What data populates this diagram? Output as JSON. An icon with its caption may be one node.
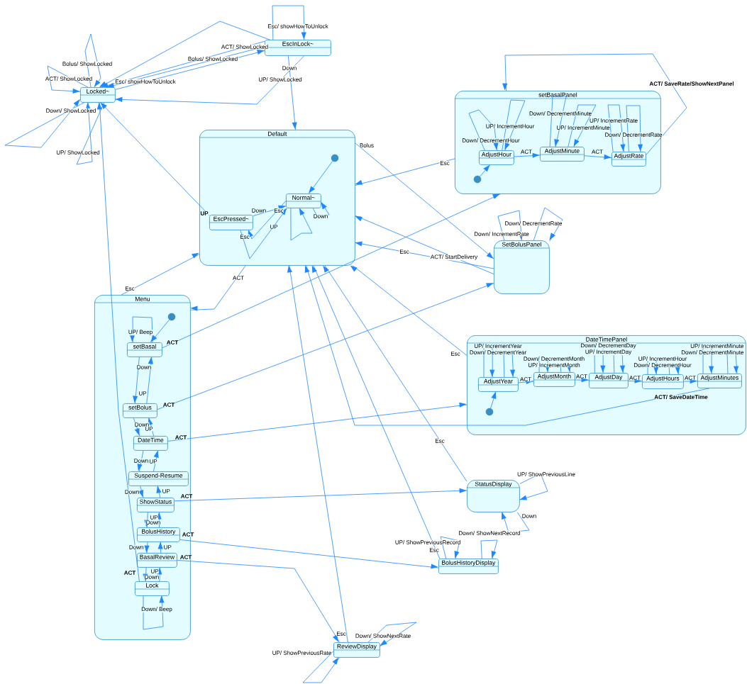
{
  "diagram": {
    "nodes": [
      {
        "text": [
          "Locked~"
        ]
      },
      {
        "text": [
          "EscInLock~"
        ]
      },
      {
        "text": [
          "Default"
        ]
      },
      {
        "text": [
          "EscPressed~"
        ],
        "in": 2
      },
      {
        "text": [
          "Normal~"
        ],
        "in": 2
      },
      {
        "text": [],
        "shape": "circle",
        "in": 2
      },
      {
        "text": [
          "setBasalPanel"
        ]
      },
      {
        "text": [],
        "shape": "circle",
        "in": 6
      },
      {
        "text": [
          "AdjustHour"
        ],
        "in": 6
      },
      {
        "text": [
          "AdjustMinute"
        ],
        "in": 6
      },
      {
        "text": [
          "AdjustRate"
        ],
        "in": 6
      },
      {
        "text": [
          "SetBolusPanel"
        ]
      },
      {
        "text": [
          "Menu"
        ]
      },
      {
        "text": [],
        "shape": "circle",
        "in": 12
      },
      {
        "text": [
          "setBasal"
        ],
        "in": 12
      },
      {
        "text": [
          "setBolus"
        ],
        "in": 12
      },
      {
        "text": [
          "DateTime"
        ],
        "in": 12
      },
      {
        "text": [
          "Suspend-Resume"
        ],
        "in": 12
      },
      {
        "text": [
          "ShowStatus"
        ],
        "in": 12
      },
      {
        "text": [
          "BolusHistory"
        ],
        "in": 12
      },
      {
        "text": [
          "BasalReview"
        ],
        "in": 12
      },
      {
        "text": [
          "Lock"
        ],
        "in": 12
      },
      {
        "text": [
          "DateTimePanel"
        ]
      },
      {
        "text": [],
        "shape": "circle",
        "in": 22
      },
      {
        "text": [
          "AdjustYear"
        ],
        "in": 22
      },
      {
        "text": [
          "AdjustMonth"
        ],
        "in": 22
      },
      {
        "text": [
          "AdjustDay"
        ],
        "in": 22
      },
      {
        "text": [
          "AdjustHours"
        ],
        "in": 22
      },
      {
        "text": [
          "AdjustMinutes"
        ],
        "in": 22
      },
      {
        "text": [
          "StatusDisplay"
        ]
      },
      {
        "text": [
          "BolusHistoryDisplay"
        ]
      },
      {
        "text": [
          "ReviewDisplay"
        ]
      }
    ],
    "edges": [
      {
        "from": 1,
        "to": 1,
        "arrow": "to",
        "label": "Esc/ showHowToUnlock"
      },
      {
        "from": 1,
        "to": 0,
        "arrow": "to"
      },
      {
        "from": 1,
        "to": 0,
        "arrow": "to",
        "label": "ACT/ ShowLocked"
      },
      {
        "from": 1,
        "to": 0,
        "arrow": "to",
        "label": "Bolus/ ShowLocked"
      },
      {
        "from": 0,
        "to": 1,
        "arrow": "to",
        "label": "Esc/ showHowToUnlock"
      },
      {
        "from": 1,
        "to": 0,
        "arrow": "to",
        "label": "UP/ ShowLocked"
      },
      {
        "from": 1,
        "to": 2,
        "arrow": "to",
        "label": "Down"
      },
      {
        "from": 0,
        "to": 0,
        "arrow": "to",
        "label": "ACT/ ShowLocked"
      },
      {
        "from": 0,
        "to": 0,
        "arrow": "to",
        "label": "Bolus/ ShowLocked"
      },
      {
        "from": 0,
        "to": 0,
        "arrow": "to",
        "label": "Down/ ShowLocked"
      },
      {
        "from": 0,
        "to": 0,
        "arrow": "to",
        "label": "UP/ ShowLocked"
      },
      {
        "from": 3,
        "to": 0,
        "arrow": "to",
        "label": "UP"
      },
      {
        "from": 21,
        "to": 0,
        "arrow": "to",
        "label": "ACT"
      },
      {
        "from": 5,
        "to": 4,
        "arrow": "to"
      },
      {
        "from": 3,
        "to": 4,
        "arrow": "to",
        "label": "Down"
      },
      {
        "from": 4,
        "to": 3,
        "arrow": "to",
        "label": "Esc"
      },
      {
        "from": 3,
        "to": 4,
        "arrow": "to",
        "label": "UP"
      },
      {
        "from": 4,
        "to": 4,
        "arrow": "to",
        "label": "Down"
      },
      {
        "from": 4,
        "to": 4,
        "arrow": "to"
      },
      {
        "from": 2,
        "to": 12,
        "arrow": "to",
        "label": "ACT"
      },
      {
        "from": 12,
        "to": 2,
        "arrow": "to",
        "label": "Esc"
      },
      {
        "from": 2,
        "to": 11,
        "arrow": "to",
        "label": "Bolus"
      },
      {
        "from": 6,
        "to": 2,
        "arrow": "to",
        "label": "Esc"
      },
      {
        "from": 11,
        "to": 2,
        "arrow": "to",
        "label": "ACT/ StartDelivery"
      },
      {
        "from": 11,
        "to": 2,
        "arrow": "to",
        "label": "Esc"
      },
      {
        "from": 15,
        "to": 11,
        "arrow": "to",
        "label": "ACT"
      },
      {
        "from": 14,
        "to": 6,
        "arrow": "to",
        "label": "ACT"
      },
      {
        "from": 16,
        "to": 22,
        "arrow": "to",
        "label": "ACT"
      },
      {
        "from": 22,
        "to": 2,
        "arrow": "to",
        "label": "Esc"
      },
      {
        "from": 28,
        "to": 2,
        "arrow": "to",
        "label": "ACT/ SaveDateTime"
      },
      {
        "from": 10,
        "to": 6,
        "arrow": "to",
        "label": "ACT/ SaveRate/ShowNextPanel"
      },
      {
        "from": 7,
        "to": 8,
        "arrow": "to"
      },
      {
        "from": 8,
        "to": 9,
        "arrow": "to",
        "label": "ACT"
      },
      {
        "from": 9,
        "to": 10,
        "arrow": "to",
        "label": "ACT"
      },
      {
        "from": 8,
        "to": 8,
        "arrow": "to",
        "label": "Down/ DecrementHour"
      },
      {
        "from": 8,
        "to": 8,
        "arrow": "to",
        "label": "UP/ IncrementHour"
      },
      {
        "from": 9,
        "to": 9,
        "arrow": "to",
        "label": "Down/ DecrementMinute"
      },
      {
        "from": 9,
        "to": 9,
        "arrow": "to",
        "label": "UP/ IncrementMinute"
      },
      {
        "from": 10,
        "to": 10,
        "arrow": "to",
        "label": "UP/ IncrementRate"
      },
      {
        "from": 10,
        "to": 10,
        "arrow": "to",
        "label": "Down/ DecrementRate"
      },
      {
        "from": 11,
        "to": 11,
        "arrow": "to",
        "label": "Down/ IncrementRate"
      },
      {
        "from": 11,
        "to": 11,
        "arrow": "to",
        "label": "Down/ DecrementRate"
      },
      {
        "from": 13,
        "to": 14,
        "arrow": "to"
      },
      {
        "from": 14,
        "to": 14,
        "arrow": "to",
        "label": "UP/ Beep"
      },
      {
        "from": 14,
        "to": 15,
        "arrow": "to",
        "label": "Down"
      },
      {
        "from": 15,
        "to": 14,
        "arrow": "to",
        "label": "UP"
      },
      {
        "from": 15,
        "to": 16,
        "arrow": "to",
        "label": "Down"
      },
      {
        "from": 16,
        "to": 15,
        "arrow": "to",
        "label": "UP"
      },
      {
        "from": 16,
        "to": 17,
        "arrow": "to",
        "label": "Down"
      },
      {
        "from": 17,
        "to": 16,
        "arrow": "to",
        "label": "UP"
      },
      {
        "from": 17,
        "to": 18,
        "arrow": "to",
        "label": "Down"
      },
      {
        "from": 18,
        "to": 17,
        "arrow": "to",
        "label": "UP"
      },
      {
        "from": 18,
        "to": 19,
        "arrow": "to",
        "label": "Down"
      },
      {
        "from": 19,
        "to": 18,
        "arrow": "to",
        "label": "UP"
      },
      {
        "from": 19,
        "to": 20,
        "arrow": "to",
        "label": "Down"
      },
      {
        "from": 20,
        "to": 19,
        "arrow": "to",
        "label": "UP"
      },
      {
        "from": 20,
        "to": 21,
        "arrow": "to",
        "label": "Down"
      },
      {
        "from": 21,
        "to": 20,
        "arrow": "to",
        "label": "UP"
      },
      {
        "from": 21,
        "to": 21,
        "arrow": "to",
        "label": "Down/ Beep"
      },
      {
        "from": 18,
        "to": 29,
        "arrow": "to",
        "label": "ACT"
      },
      {
        "from": 29,
        "to": 2,
        "arrow": "to",
        "label": "Esc"
      },
      {
        "from": 29,
        "to": 29,
        "arrow": "to",
        "label": "UP/ ShowPreviousLine"
      },
      {
        "from": 29,
        "to": 29,
        "arrow": "to",
        "label": "Down"
      },
      {
        "from": 19,
        "to": 30,
        "arrow": "to",
        "label": "ACT"
      },
      {
        "from": 30,
        "to": 2,
        "arrow": "to",
        "label": "Esc"
      },
      {
        "from": 30,
        "to": 30,
        "arrow": "to",
        "label": "UP/ ShowPreviousRecord"
      },
      {
        "from": 30,
        "to": 30,
        "arrow": "to",
        "label": "Down/ ShowNextRecord"
      },
      {
        "from": 20,
        "to": 31,
        "arrow": "to",
        "label": "ACT"
      },
      {
        "from": 31,
        "to": 2,
        "arrow": "to",
        "label": "Esc"
      },
      {
        "from": 31,
        "to": 31,
        "arrow": "to",
        "label": "Down/ ShowNextRate"
      },
      {
        "from": 31,
        "to": 31,
        "arrow": "to",
        "label": "UP/ ShowPreviousRate"
      },
      {
        "from": 23,
        "to": 24,
        "arrow": "to"
      },
      {
        "from": 24,
        "to": 25,
        "arrow": "to",
        "label": "ACT"
      },
      {
        "from": 25,
        "to": 26,
        "arrow": "to",
        "label": "ACT"
      },
      {
        "from": 26,
        "to": 27,
        "arrow": "to",
        "label": "ACT"
      },
      {
        "from": 27,
        "to": 28,
        "arrow": "to",
        "label": "ACT"
      },
      {
        "from": 24,
        "to": 24,
        "arrow": "to",
        "label": "UP/ IncrementYear"
      },
      {
        "from": 24,
        "to": 24,
        "arrow": "to",
        "label": "Down/ DecrementYear"
      },
      {
        "from": 25,
        "to": 25,
        "arrow": "to",
        "label": "Down/ DecrementMonth"
      },
      {
        "from": 25,
        "to": 25,
        "arrow": "to",
        "label": "UP/ IncrementMonth"
      },
      {
        "from": 26,
        "to": 26,
        "arrow": "to",
        "label": "Down/ DecrementDay"
      },
      {
        "from": 26,
        "to": 26,
        "arrow": "to",
        "label": "UP/ IncrementDay"
      },
      {
        "from": 27,
        "to": 27,
        "arrow": "to",
        "label": "UP/ IncrementHour"
      },
      {
        "from": 27,
        "to": 27,
        "arrow": "to",
        "label": "Down/ DecrementHour"
      },
      {
        "from": 28,
        "to": 28,
        "arrow": "to",
        "label": "UP/ IncrementMinute"
      },
      {
        "from": 28,
        "to": 28,
        "arrow": "to",
        "label": "Down/ DecrementMinute"
      }
    ],
    "labels": [
      "Esc"
    ]
  }
}
